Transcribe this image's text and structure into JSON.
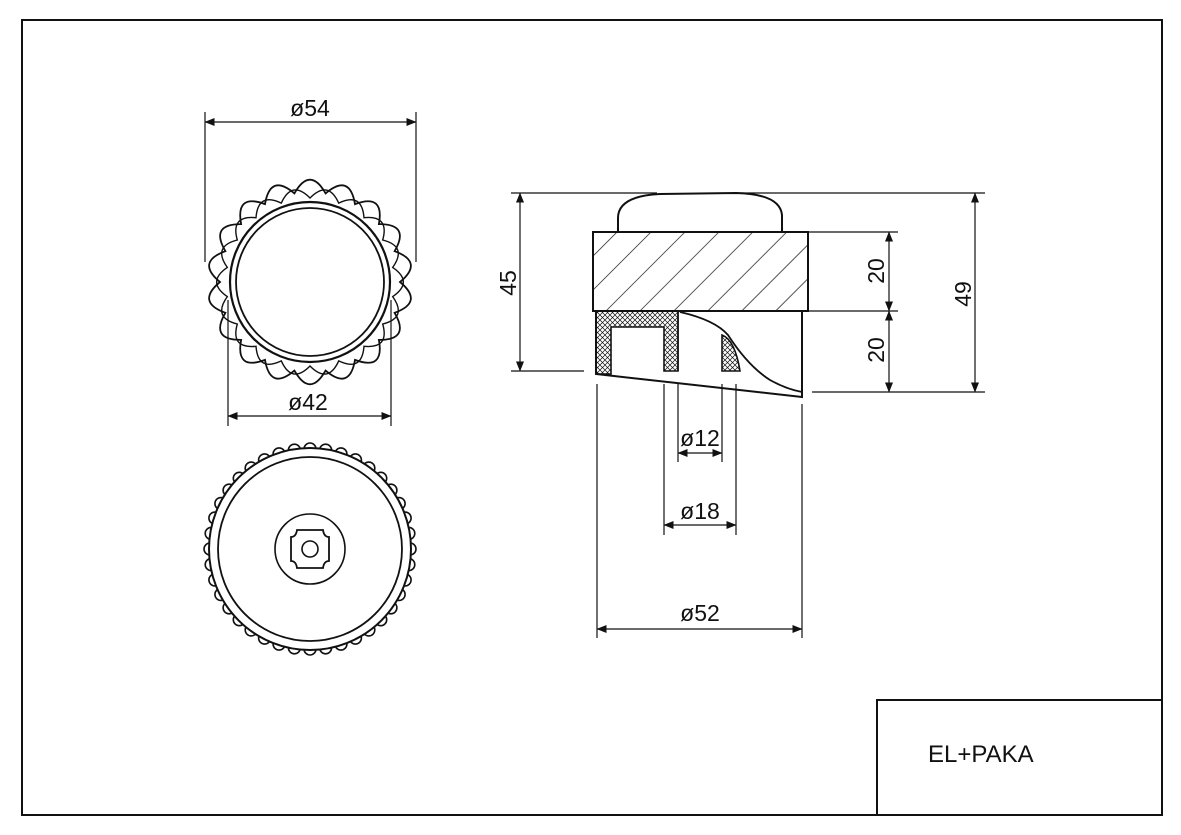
{
  "title_block": {
    "label": "EL+PAKA"
  },
  "dimensions": {
    "top_view_outer_dia": "ø54",
    "top_view_inner_dia": "ø42",
    "side_height_total": "49",
    "side_height_body": "45",
    "side_height_upper": "20",
    "side_height_lower": "20",
    "bore_dia": "ø12",
    "insert_dia": "ø18",
    "base_dia": "ø52"
  },
  "colors": {
    "line": "#111111",
    "background": "#ffffff"
  }
}
